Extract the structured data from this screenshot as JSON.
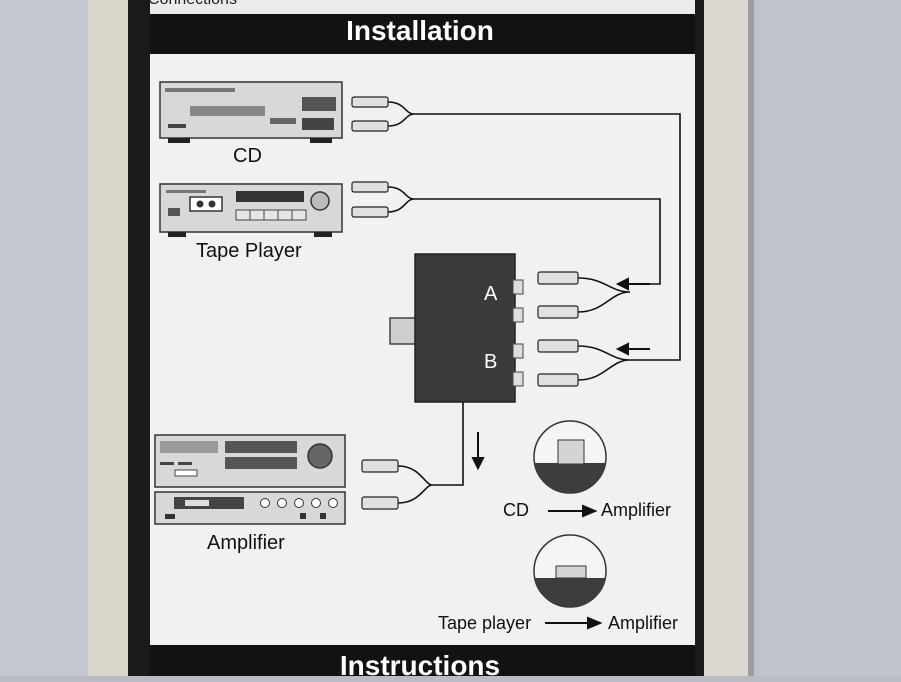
{
  "panel": {
    "top_text": "Connections",
    "title": "Installation",
    "bottom_title": "Instructions"
  },
  "devices": {
    "cd_label": "CD",
    "tape_label": "Tape Player",
    "amp_label": "Amplifier"
  },
  "switch": {
    "port_a": "A",
    "port_b": "B"
  },
  "legend": {
    "cd_from": "CD",
    "cd_to": "Amplifier",
    "tape_from": "Tape player",
    "tape_to": "Amplifier"
  },
  "colors": {
    "paper": "#f1f1ef",
    "band": "#121212",
    "switch_box": "#3b3b3b",
    "background": "#b9bcc5"
  }
}
